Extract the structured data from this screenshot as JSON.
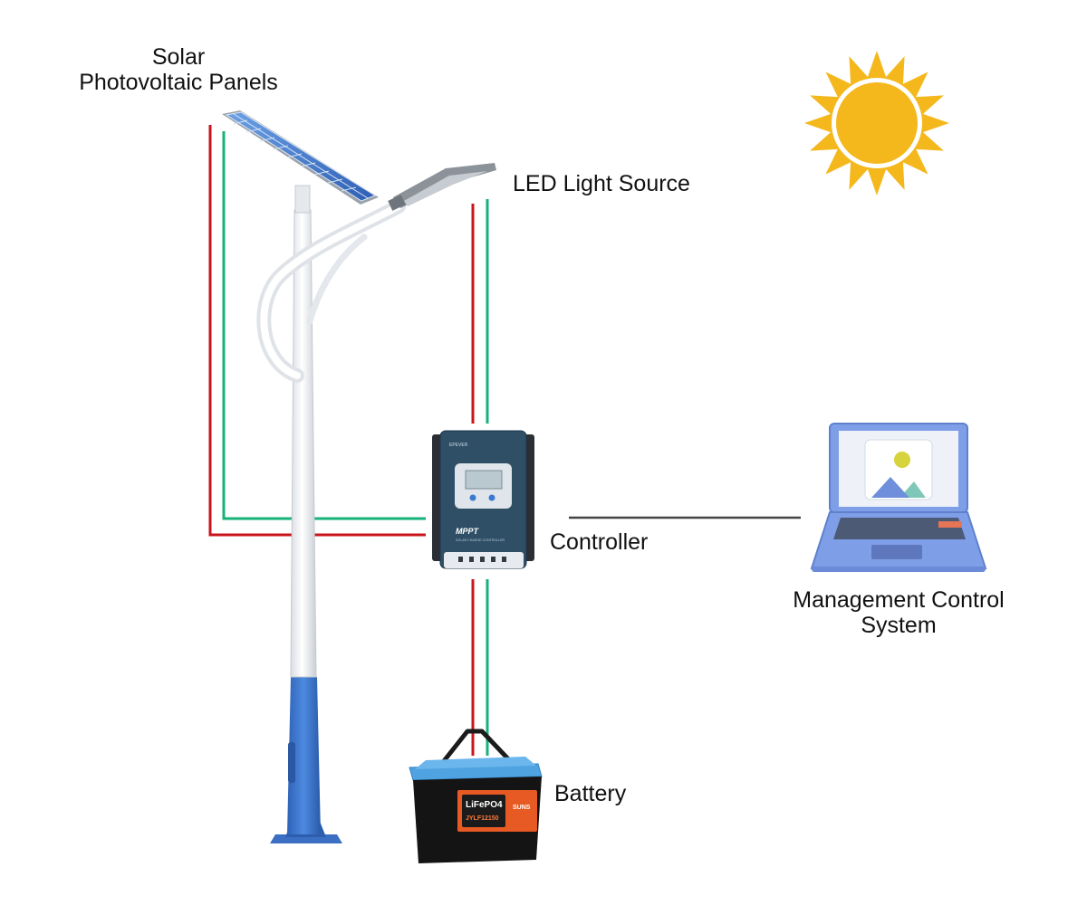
{
  "labels": {
    "solar_line1": "Solar",
    "solar_line2": "Photovoltaic Panels",
    "led": "LED Light Source",
    "controller": "Controller",
    "mgmt_line1": "Management Control",
    "mgmt_line2": "System",
    "battery": "Battery"
  },
  "device_text": {
    "controller_brand": "EPEVER",
    "controller_mode": "MPPT",
    "controller_subtitle": "SOLAR CHARGE CONTROLLER",
    "battery_chem": "LiFePO4",
    "battery_model": "JYLF12150",
    "battery_brand": "SUNS"
  },
  "colors": {
    "positive_wire": "#c8141b",
    "negative_wire": "#16b27a",
    "data_link": "#444444",
    "sun": "#f4b81c",
    "pole_base": "#3a78d0",
    "laptop": "#7e9ee8",
    "controller_body": "#2e4f66",
    "battery_accent": "#e85a23",
    "battery_top": "#4fa3e0"
  },
  "icons": [
    "sun-icon",
    "image-placeholder-icon"
  ]
}
